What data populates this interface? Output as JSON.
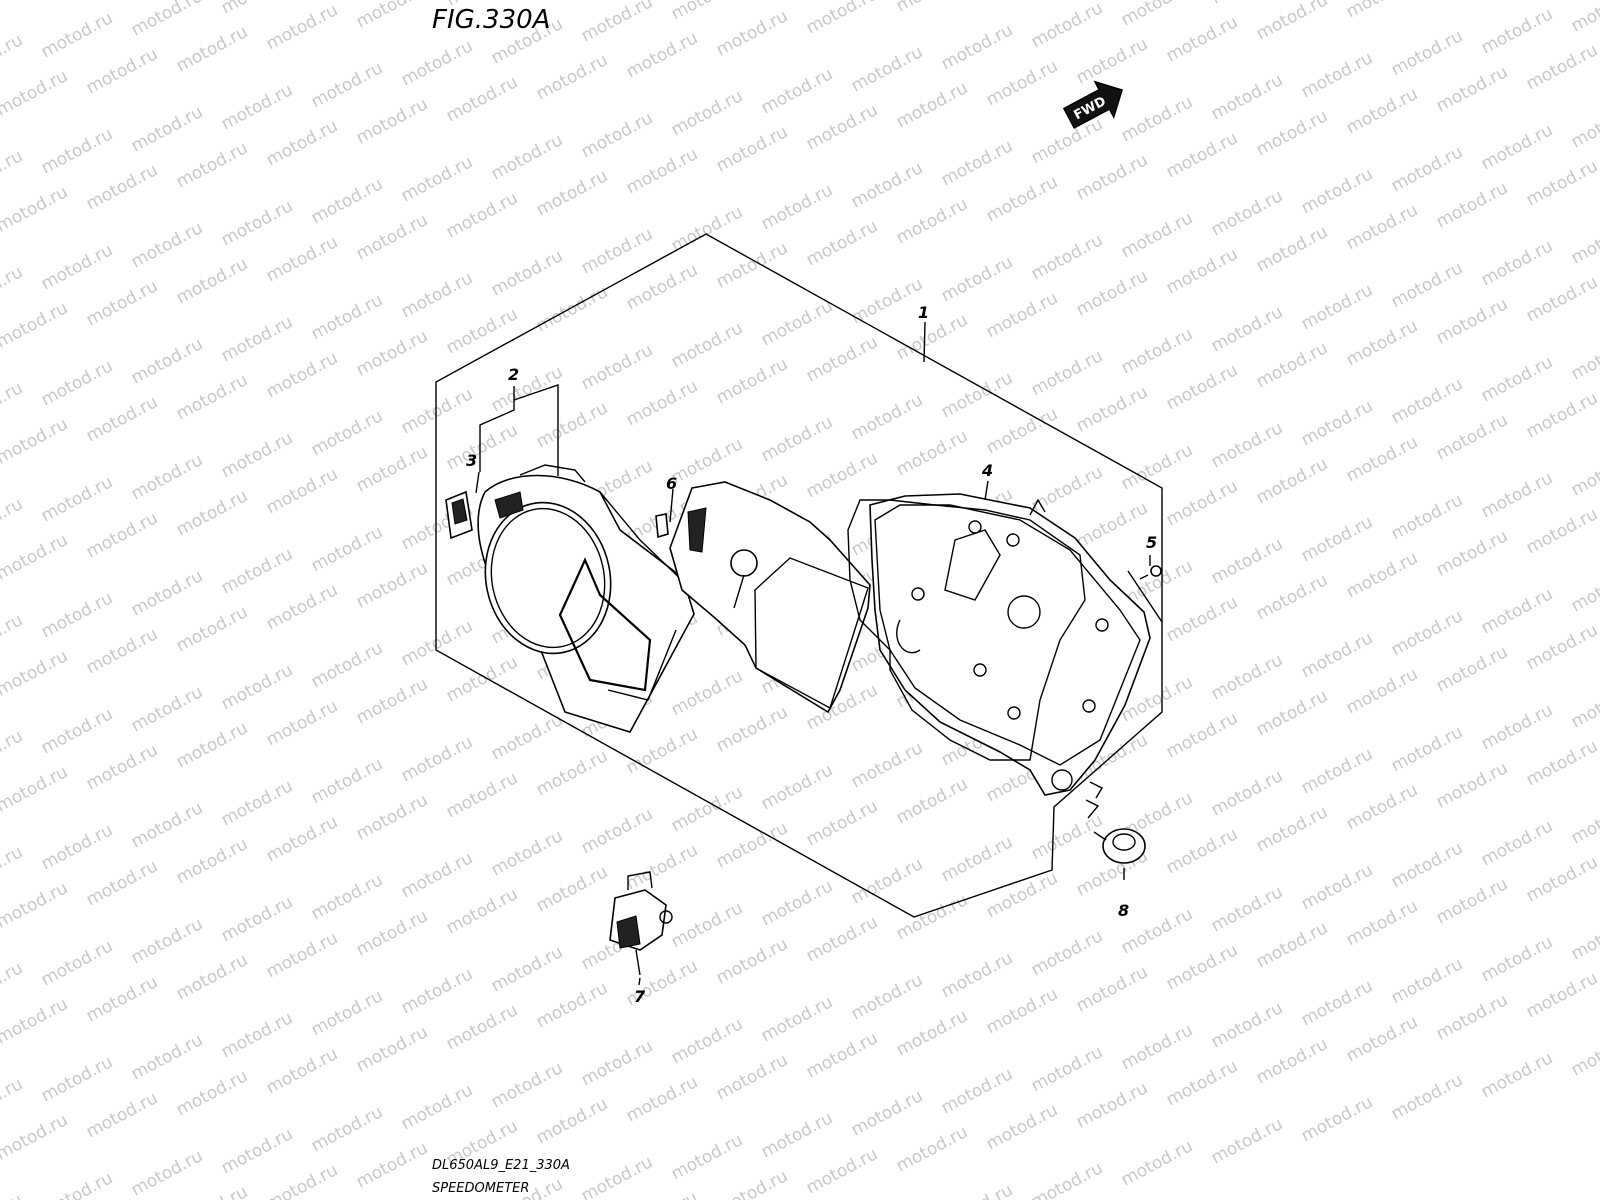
{
  "figure": {
    "title": "FIG.330A"
  },
  "orientation": {
    "label": "FWD"
  },
  "watermark": {
    "text": "motod.ru"
  },
  "callouts": [
    {
      "number": "1"
    },
    {
      "number": "2"
    },
    {
      "number": "3"
    },
    {
      "number": "4"
    },
    {
      "number": "5"
    },
    {
      "number": "6"
    },
    {
      "number": "7"
    },
    {
      "number": "8"
    }
  ],
  "footer": {
    "code": "DL650AL9_E21_330A",
    "caption": "SPEEDOMETER"
  }
}
